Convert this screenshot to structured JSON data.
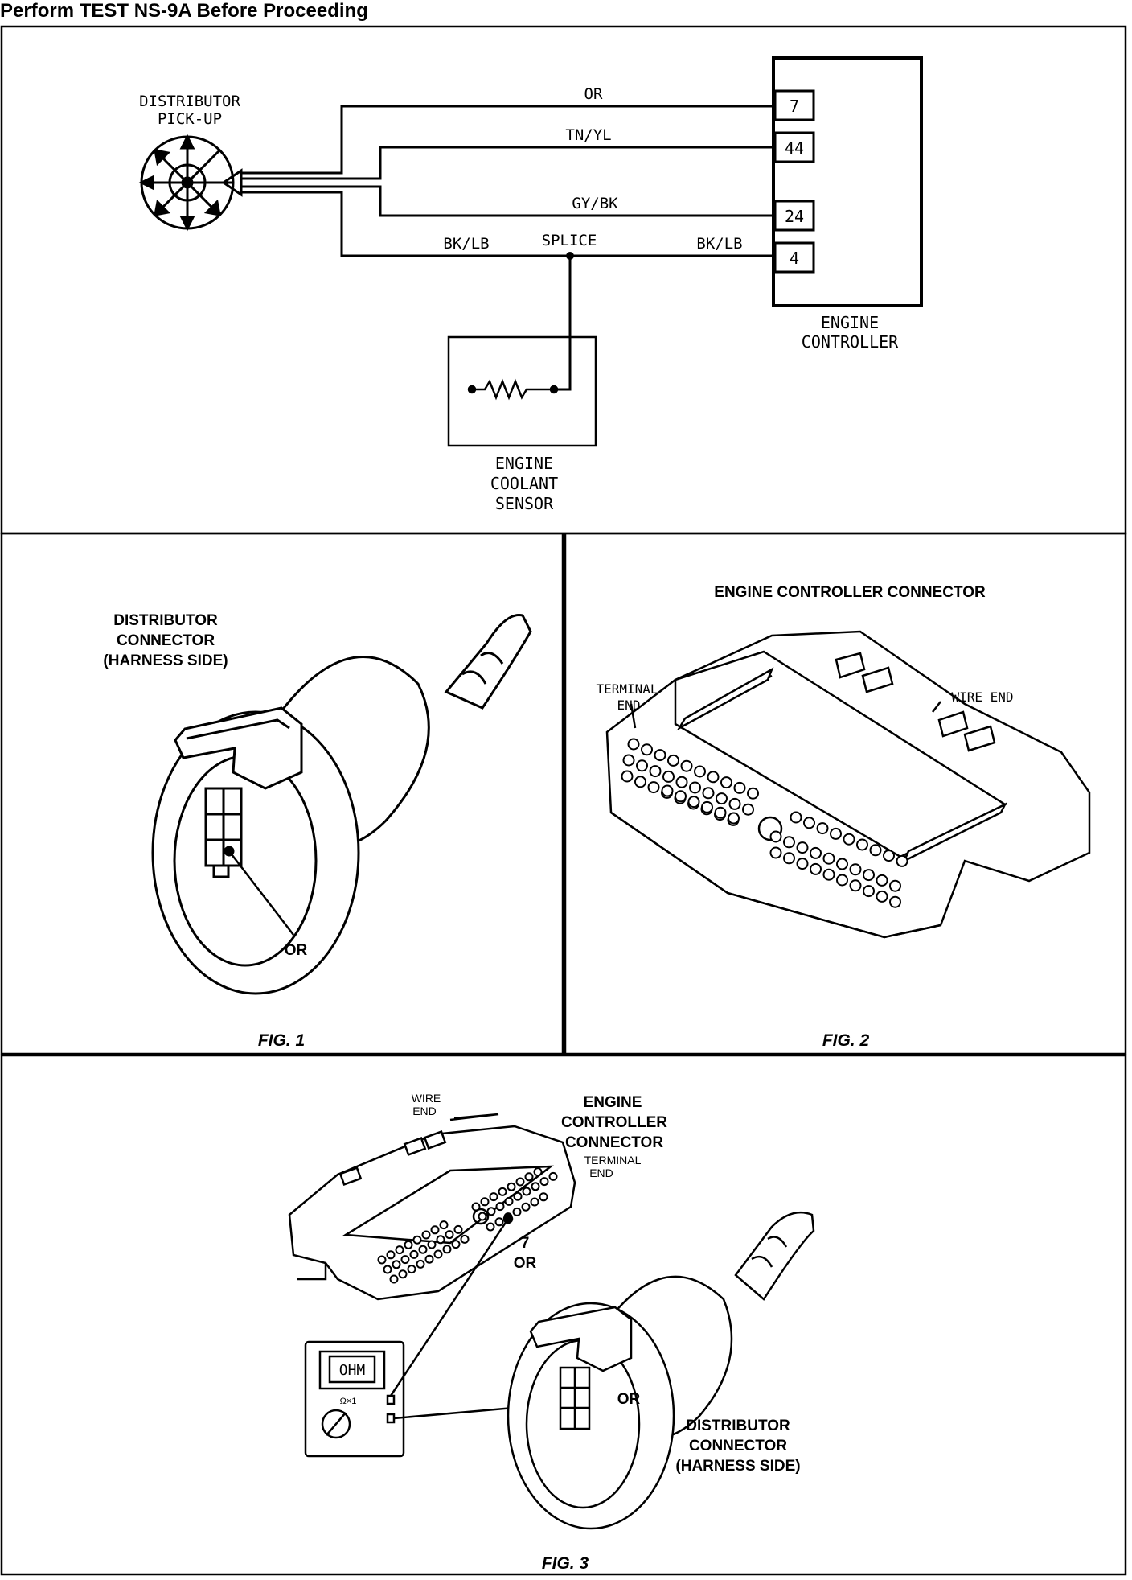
{
  "page_title": "Perform TEST NS-9A Before Proceeding",
  "schematic": {
    "pickup_label_line1": "DISTRIBUTOR",
    "pickup_label_line2": "PICK-UP",
    "wire_or": "OR",
    "wire_tn_yl": "TN/YL",
    "wire_gy_bk": "GY/BK",
    "wire_bk_lb_left": "BK/LB",
    "wire_bk_lb_right": "BK/LB",
    "splice": "SPLICE",
    "pins": [
      "7",
      "44",
      "24",
      "4"
    ],
    "controller_line1": "ENGINE",
    "controller_line2": "CONTROLLER",
    "sensor_line1": "ENGINE",
    "sensor_line2": "COOLANT",
    "sensor_line3": "SENSOR"
  },
  "fig1": {
    "title_line1": "DISTRIBUTOR",
    "title_line2": "CONNECTOR",
    "title_line3": "(HARNESS SIDE)",
    "callout": "OR",
    "caption": "FIG. 1"
  },
  "fig2": {
    "title": "ENGINE CONTROLLER CONNECTOR",
    "terminal_line1": "TERMINAL",
    "terminal_line2": "END",
    "wire_end": "WIRE END",
    "caption": "FIG. 2"
  },
  "fig3": {
    "wire_line1": "WIRE",
    "wire_line2": "END",
    "ecc_line1": "ENGINE",
    "ecc_line2": "CONTROLLER",
    "ecc_line3": "CONNECTOR",
    "terminal_line1": "TERMINAL",
    "terminal_line2": "END",
    "pin_label": "7",
    "pin_wire": "OR",
    "meter_display": "OHM",
    "meter_range": "Ω×1",
    "dist_callout": "OR",
    "dist_line1": "DISTRIBUTOR",
    "dist_line2": "CONNECTOR",
    "dist_line3": "(HARNESS SIDE)",
    "caption": "FIG. 3"
  }
}
